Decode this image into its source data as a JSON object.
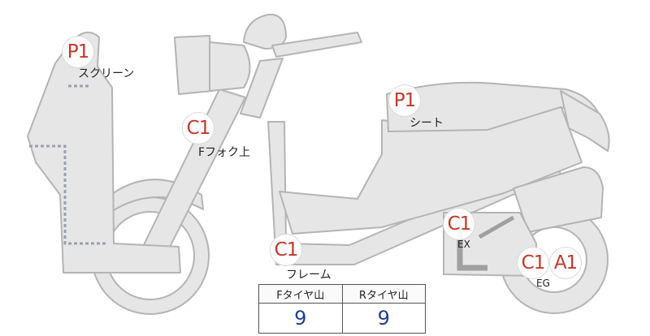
{
  "badges": {
    "screen": "P1",
    "fork_upper": "C1",
    "seat": "P1",
    "frame": "C1",
    "exhaust": "C1",
    "engine_1": "C1",
    "engine_2": "A1"
  },
  "labels": {
    "screen": "スクリーン",
    "fork_upper": "Fフォク上",
    "seat": "シート",
    "frame": "フレーム",
    "exhaust": "EX",
    "engine": "EG"
  },
  "tire_table": {
    "headers": [
      "Fタイヤ山",
      "Rタイヤ山"
    ],
    "values": [
      "9",
      "9"
    ]
  },
  "colors": {
    "part_fill": "#e6e6e6",
    "part_stroke": "#b4b4b4",
    "badge_text": "#c0392b",
    "table_value": "#1f3f8f"
  }
}
